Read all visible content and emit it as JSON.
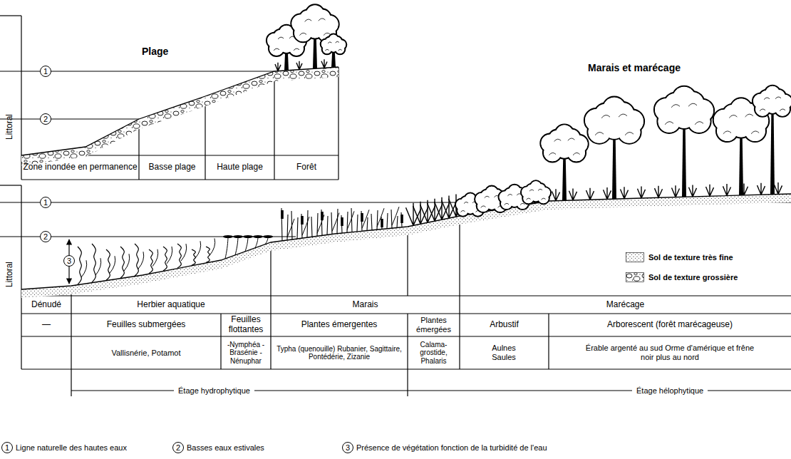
{
  "diagram": {
    "labels": [
      "Plage",
      "Littoral",
      "1",
      "2",
      "Zone inondée en permanence",
      "Basse plage",
      "Haute plage",
      "Forêt",
      "Marais et marécage",
      "Littoral",
      "1",
      "2",
      "3",
      "Dénudé",
      "Herbier aquatique",
      "Marais",
      "Marécage",
      "—",
      "Feuilles submergées",
      "Feuilles flottantes",
      "Plantes émergentes",
      "Plantes émergées",
      "Arbustif",
      "Arborescent (forêt marécageuse)",
      "Vallisnérie, Potamot",
      "-Nymphéa -Brasénie -Nénuphar",
      "Typha (quenouille) Rubanier, Sagittaire, Pontédérie, Zizanie",
      "Calama- grostide, Phalaris",
      "Aulnes Saules",
      "Érable argenté au sud Orme d'amérique et frêne noir plus au nord",
      "Étage hydrophytique",
      "Étage hélophytique",
      "1",
      "Ligne naturelle des hautes eaux",
      "2",
      "Basses eaux estivales",
      "3",
      "Présence de végétation fonction de la turbidité de l'eau"
    ],
    "legend": [
      {
        "text": "Sol de texture très fine"
      },
      {
        "text": "Sol de texture grossière"
      }
    ]
  }
}
